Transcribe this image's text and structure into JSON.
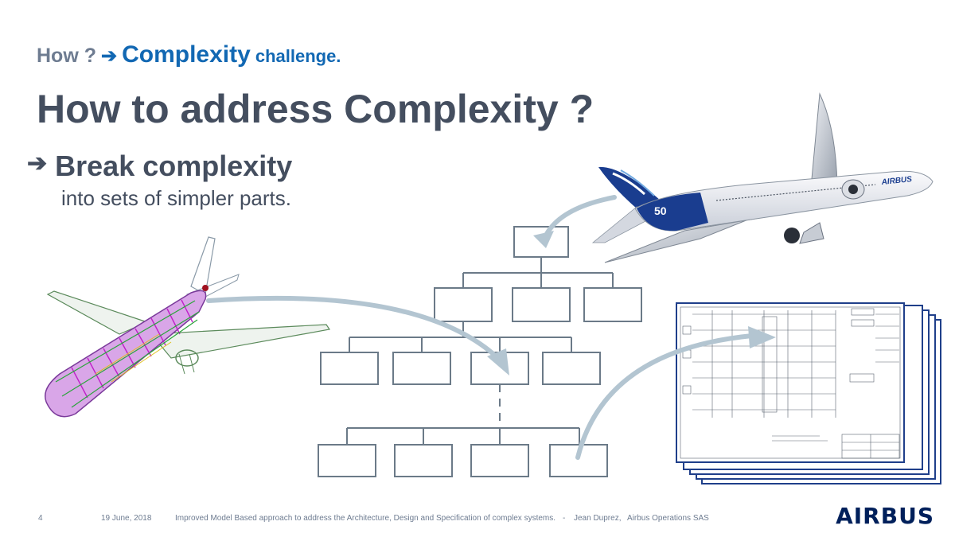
{
  "kicker": {
    "how": "How ?",
    "arrow": "➔",
    "highlight": "Complexity",
    "rest": "challenge."
  },
  "title": "How to address Complexity ?",
  "bullet": {
    "arrow": "➔",
    "main": "Break complexity",
    "sub": "into sets of simpler parts."
  },
  "aircraft_livery": "AIRBUS",
  "footer": {
    "page": "4",
    "date": "19 June, 2018",
    "description": "Improved Model Based approach to address the Architecture, Design and Specification of complex systems.",
    "separator": "-",
    "author": "Jean Duprez,",
    "company": "Airbus Operations SAS"
  },
  "logo": "AIRBUS",
  "colors": {
    "accent": "#1268b3",
    "title": "#444e5f",
    "muted": "#6e7c91",
    "box_border": "#6b7a88",
    "curve_arrow": "#b3c5d1",
    "brand": "#00205b"
  }
}
